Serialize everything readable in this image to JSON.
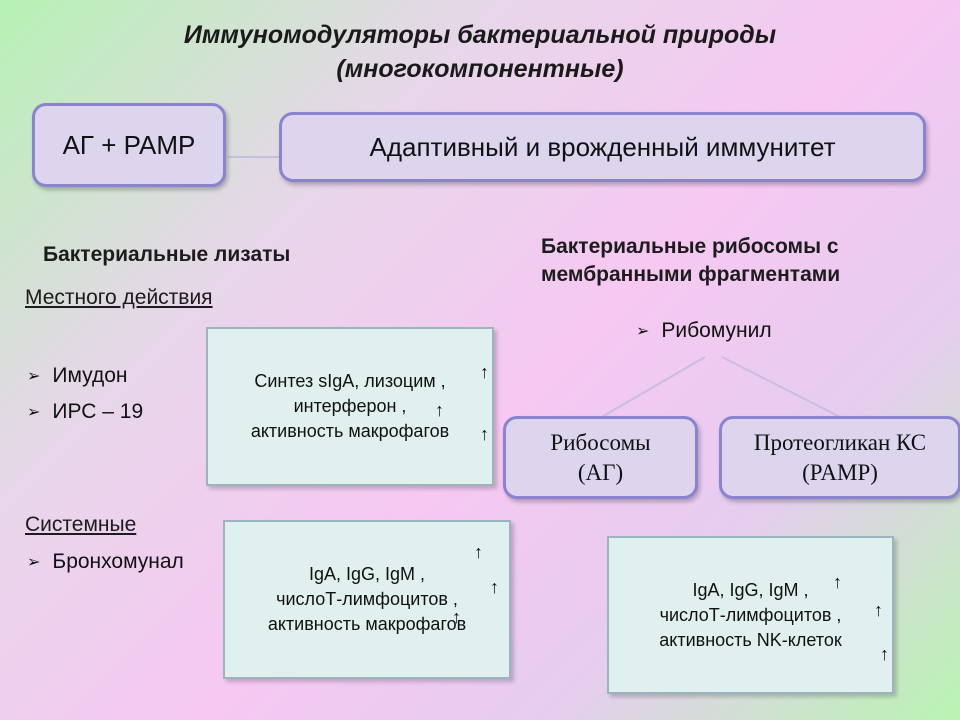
{
  "title": {
    "line1": "Иммуномодуляторы бактериальной природы",
    "line2": "(многокомпонентные)"
  },
  "top": {
    "left_box": "АГ + PAMP",
    "right_box": "Адаптивный и врожденный иммунитет"
  },
  "left": {
    "heading": "Бактериальные лизаты",
    "local_label": "Местного действия",
    "local_items": [
      "Имудон",
      "ИРС – 19"
    ],
    "systemic_label": "Системные",
    "systemic_items": [
      "Бронхомунал"
    ],
    "local_box": {
      "line1": "Синтез sIgA,  лизоцим ,",
      "line2": "интерферон ,",
      "line3": "активность макрофагов"
    },
    "systemic_box": {
      "line1": "IgA, IgG, IgM ,",
      "line2": "числоТ-лимфоцитов ,",
      "line3": "активность макрофагов"
    }
  },
  "right": {
    "heading_line1": "Бактериальные рибосомы с",
    "heading_line2": "мембранными фрагментами",
    "item": "Рибомунил",
    "box_ribosomes": {
      "line1": "Рибосомы",
      "line2": "(АГ)"
    },
    "box_proteoglycan": {
      "line1": "Протеогликан КС",
      "line2": "(PAMP)"
    },
    "result_box": {
      "line1": "IgA, IgG, IgM ,",
      "line2": "числоТ-лимфоцитов ,",
      "line3": "активность NK-клеток"
    }
  },
  "symbols": {
    "bullet": "➢",
    "up_arrow": "↑"
  },
  "colors": {
    "pill_fill": "#ddd5ee",
    "pill_border": "#8a84d0",
    "box_fill": "#dff0ee"
  }
}
